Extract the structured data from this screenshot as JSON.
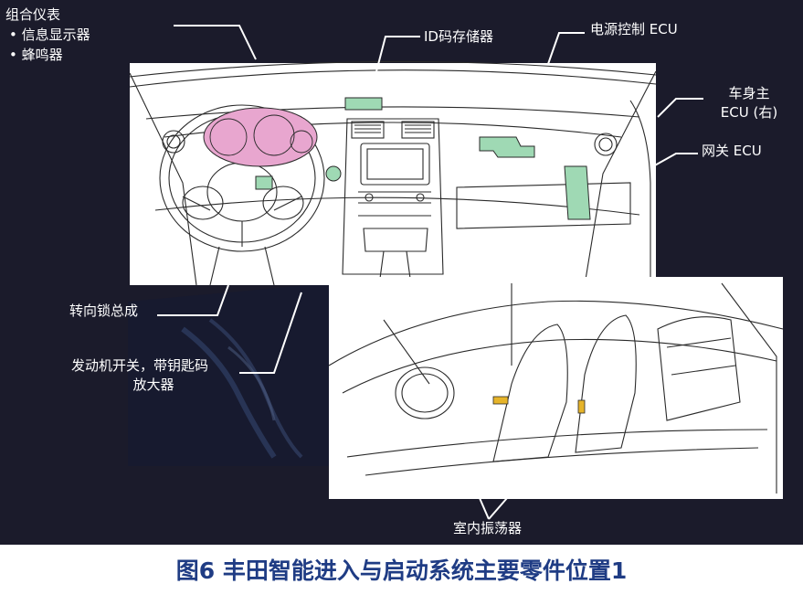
{
  "labels": {
    "combination_meter": "组合仪表",
    "info_display": "• 信息显示器",
    "buzzer": "• 蜂鸣器",
    "id_code_box": "ID码存储器",
    "power_ecu": "电源控制 ECU",
    "body_ecu_line1": "车身主",
    "body_ecu_line2": "ECU (右)",
    "gateway_ecu": "网关 ECU",
    "steering_lock": "转向锁总成",
    "engine_switch_line1": "发动机开关，带钥匙码",
    "engine_switch_line2": "放大器",
    "cabin_oscillator": "室内振荡器"
  },
  "caption": "图6 丰田智能进入与启动系统主要零件位置1",
  "colors": {
    "background": "#1b1b2b",
    "panel": "#ffffff",
    "line_art": "#2a2a2a",
    "meter_highlight": "#e8a6cf",
    "ecu_highlight": "#9fd9b4",
    "oscillator_highlight": "#e6b42a",
    "caption": "#1f3c84"
  }
}
